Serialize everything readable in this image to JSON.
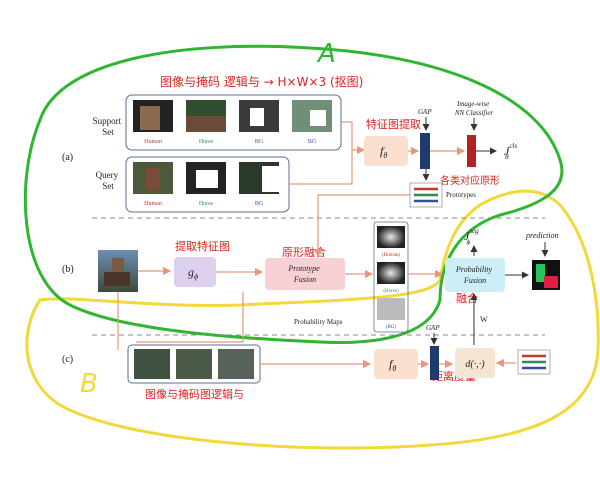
{
  "annotations": {
    "region_a_letter": "A",
    "region_b_letter": "B",
    "note_input": "图像与掩码 逻辑与 → H×W×3 (抠图)",
    "note_extract_feature": "特征图提取",
    "note_prototype": "各类对应原形",
    "note_extract_feature_map": "提取特征图",
    "note_prototype_fusion": "原形融合",
    "note_fusion": "融合",
    "note_mask_and": "图像与掩码图逻辑与",
    "note_distance": "距离度量"
  },
  "rows": {
    "a": "(a)",
    "b": "(b)",
    "c": "(c)"
  },
  "support": {
    "label_line1": "Support",
    "label_line2": "Set",
    "images": [
      {
        "caption": "Human",
        "color": "#c0392b"
      },
      {
        "caption": "Horse",
        "color": "#2e8b57"
      },
      {
        "caption": "BG",
        "color": "#3b4aa8"
      },
      {
        "caption": "BG",
        "color": "#3b4aa8"
      }
    ]
  },
  "query": {
    "label_line1": "Query",
    "label_line2": "Set",
    "images": [
      {
        "caption": "Human",
        "color": "#c0392b"
      },
      {
        "caption": "Horse",
        "color": "#2e8b57"
      },
      {
        "caption": "BG",
        "color": "#3b4aa8"
      }
    ]
  },
  "modules": {
    "f_theta_a": "f",
    "f_theta_sub": "θ",
    "gap_a": "GAP",
    "classifier_line1": "Image-wise",
    "classifier_line2": "NN Classifier",
    "loss_cls": "J",
    "loss_cls_sup": "cls",
    "loss_cls_sub": "θ",
    "prototypes_label": "Prototypes",
    "g_phi": "g",
    "g_phi_sub": "ϕ",
    "proto_fusion_line1": "Prototype",
    "proto_fusion_line2": "Fusion",
    "maps": [
      {
        "caption": "(Human)",
        "color": "#c0392b"
      },
      {
        "caption": "(Horse)",
        "color": "#2e8b57"
      },
      {
        "caption": "(BG)",
        "color": "#3b4aa8"
      }
    ],
    "prob_maps_label": "Probability Maps",
    "prob_fusion_line1": "Probability",
    "prob_fusion_line2": "Fusion",
    "loss_seg": "J",
    "loss_seg_sup": "seg",
    "loss_seg_sub": "ϕ",
    "prediction_label": "prediction",
    "w_label": "W",
    "f_theta_c": "f",
    "f_theta_c_sub": "θ",
    "gap_c": "GAP",
    "distance": "d(·,·)"
  },
  "colors": {
    "green_outline": "#2fb52f",
    "yellow_outline": "#f3d83b",
    "annotation_red": "#d9231f",
    "peach_box": "#fbe0d0",
    "purple_box": "#dcd0ee",
    "pink_box": "#f8d1d6",
    "cyan_box": "#cdeef7",
    "tan_box": "#f5e6d3",
    "navy_bar": "#1f3a6e",
    "red_bar": "#b22222",
    "arrow_orange": "#e9967a"
  }
}
